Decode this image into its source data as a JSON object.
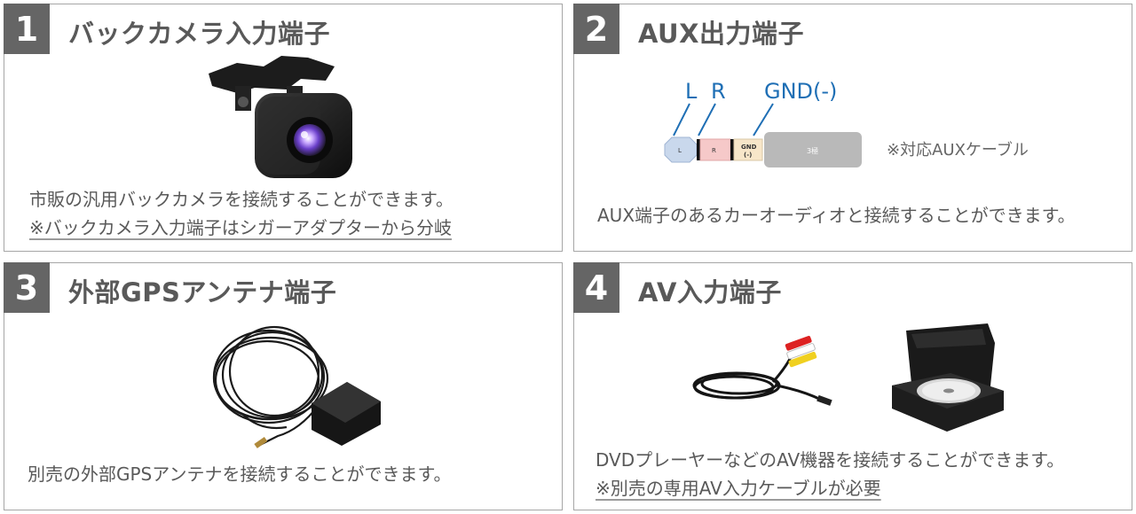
{
  "panels": [
    {
      "number": "1",
      "title": "バックカメラ入力端子",
      "image": "rear-camera",
      "lines": [
        "市販の汎用バックカメラを接続することができます。",
        "※バックカメラ入力端子はシガーアダプターから分岐"
      ]
    },
    {
      "number": "2",
      "title": "AUX出力端子",
      "image": "aux-plug-diagram",
      "plug_labels": [
        "L",
        "R",
        "GND(-)"
      ],
      "plug_segments": [
        "L",
        "R",
        "GND",
        "(-)",
        "3極"
      ],
      "caption": "※対応AUXケーブル",
      "lines": [
        "AUX端子のあるカーオーディオと接続することができます。"
      ]
    },
    {
      "number": "3",
      "title": "外部GPSアンテナ端子",
      "image": "gps-antenna",
      "lines": [
        "別売の外部GPSアンテナを接続することができます。"
      ]
    },
    {
      "number": "4",
      "title": "AV入力端子",
      "image": "av-cable-and-dvd-player",
      "lines": [
        "DVDプレーヤーなどのAV機器を接続することができます。",
        "※別売の専用AV入力ケーブルが必要"
      ]
    }
  ],
  "colors": {
    "badge": "#656565",
    "border": "#a6a6a6",
    "wire_blue": "#1f6fb5",
    "plug_l": "#c9d8ec",
    "plug_r": "#f6c9c9",
    "plug_gnd": "#f7e6c9",
    "plug_body": "#b9b9b9"
  }
}
